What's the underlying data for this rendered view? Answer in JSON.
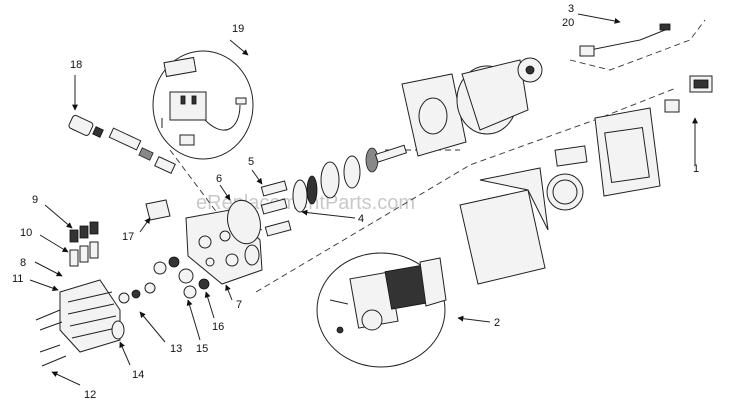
{
  "watermark": "eReplacementParts.com",
  "callouts": {
    "c1": "1",
    "c2": "2",
    "c3": "3",
    "c4": "4",
    "c5": "5",
    "c6": "6",
    "c7": "7",
    "c8": "8",
    "c9": "9",
    "c10": "10",
    "c11": "11",
    "c12": "12",
    "c13": "13",
    "c14": "14",
    "c15": "15",
    "c16": "16",
    "c17": "17",
    "c18": "18",
    "c19": "19",
    "c20": "20"
  }
}
